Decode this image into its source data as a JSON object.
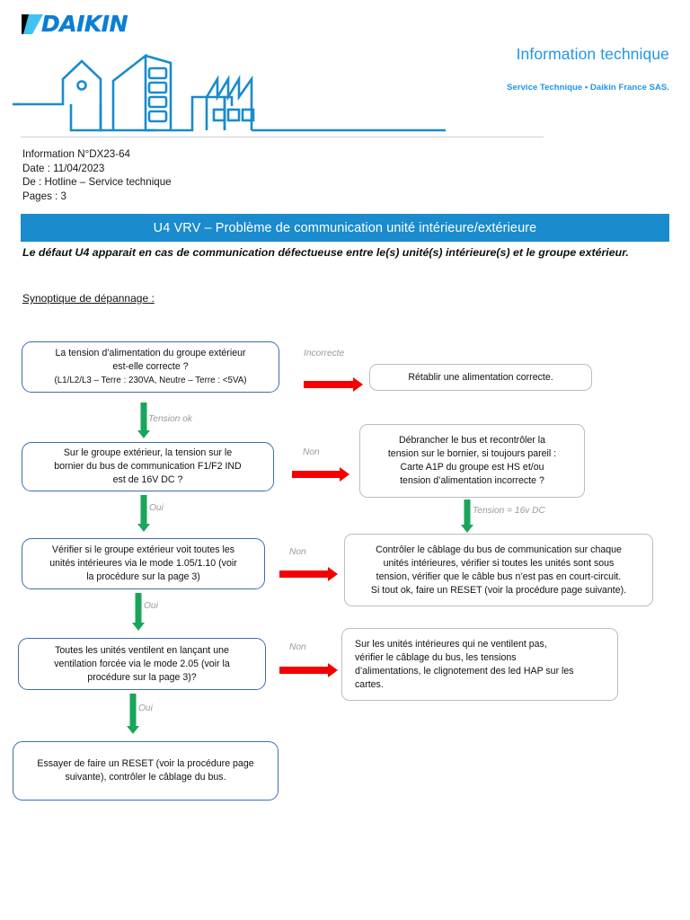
{
  "header": {
    "logo_text": "DAIKIN",
    "logo_icon": "daikin-logo-mark",
    "title": "Information technique",
    "subtitle": "Service Technique • Daikin France SAS."
  },
  "meta": {
    "information_no": "Information N°DX23-64",
    "date": "Date : 11/04/2023",
    "from": "De : Hotline – Service technique",
    "pages": "Pages : 3"
  },
  "title_bar": {
    "text": "U4 VRV – Problème de communication unité intérieure/extérieure",
    "background": "#1a8bcd",
    "color": "#ffffff"
  },
  "intro": {
    "paragraph": "Le défaut U4 apparait en cas de communication défectueuse entre le(s) unité(s) intérieure(s) et le groupe extérieur.",
    "section_heading": "Synoptique de dépannage :"
  },
  "flowchart": {
    "colors": {
      "node_border_blue": "#3f6cb5",
      "node_border_gray": "#bdbdbd",
      "arrow_down": "#19a65a",
      "arrow_right": "#f40000",
      "edge_label": "#9a9a9a"
    },
    "nodes": [
      {
        "id": "q1",
        "style": "blue",
        "line1": "La tension d’alimentation du groupe extérieur",
        "line2": "est-elle correcte ?",
        "line3": "(L1/L2/L3 – Terre : 230VA, Neutre – Terre : <5VA)"
      },
      {
        "id": "a1",
        "style": "gray",
        "line1": "Rétablir une alimentation correcte."
      },
      {
        "id": "q2",
        "style": "blue",
        "line1": "Sur le groupe extérieur, la tension sur le",
        "line2": "bornier du bus de communication F1/F2 IND",
        "line3": "est de 16V DC ?"
      },
      {
        "id": "a2",
        "style": "gray",
        "line1": "Débrancher le bus et recontrôler la",
        "line2": "tension sur le bornier, si toujours pareil :",
        "line3": "Carte A1P du groupe est HS et/ou",
        "line4": "tension d’alimentation incorrecte ?"
      },
      {
        "id": "q3",
        "style": "blue",
        "line1": "Vérifier si le groupe extérieur voit toutes les",
        "line2": "unités intérieures via le mode 1.05/1.10 (voir",
        "line3": "la procédure sur la page 3)"
      },
      {
        "id": "a3",
        "style": "gray",
        "line1": "Contrôler le câblage du bus de communication sur chaque",
        "line2": "unités intérieures, vérifier si toutes les unités sont sous",
        "line3": "tension, vérifier que le câble bus n’est pas en court-circuit.",
        "line4": "Si tout ok, faire un RESET (voir la procédure page suivante)."
      },
      {
        "id": "q4",
        "style": "blue",
        "line1": "Toutes les unités ventilent en lançant une",
        "line2": "ventilation forcée via le mode 2.05 (voir la",
        "line3": "procédure sur la page 3)?"
      },
      {
        "id": "a4",
        "style": "gray",
        "line1": "Sur les unités intérieures qui ne ventilent pas,",
        "line2": "vérifier le câblage du bus, les tensions",
        "line3": "d’alimentations, le clignotement des led HAP sur les",
        "line4": "cartes."
      },
      {
        "id": "end",
        "style": "blue",
        "line1": "Essayer de faire un RESET (voir la procédure page",
        "line2": "suivante), contrôler le câblage du bus."
      }
    ],
    "edge_labels": {
      "e1_incorrecte": "Incorrecte",
      "e2_tension_ok": "Tension ok",
      "e3_non": "Non",
      "e4_oui": "Oui",
      "e5_tension_16v": "Tension = 16v DC",
      "e6_non": "Non",
      "e7_oui": "Oui",
      "e8_non": "Non",
      "e9_oui": "Oui"
    }
  }
}
